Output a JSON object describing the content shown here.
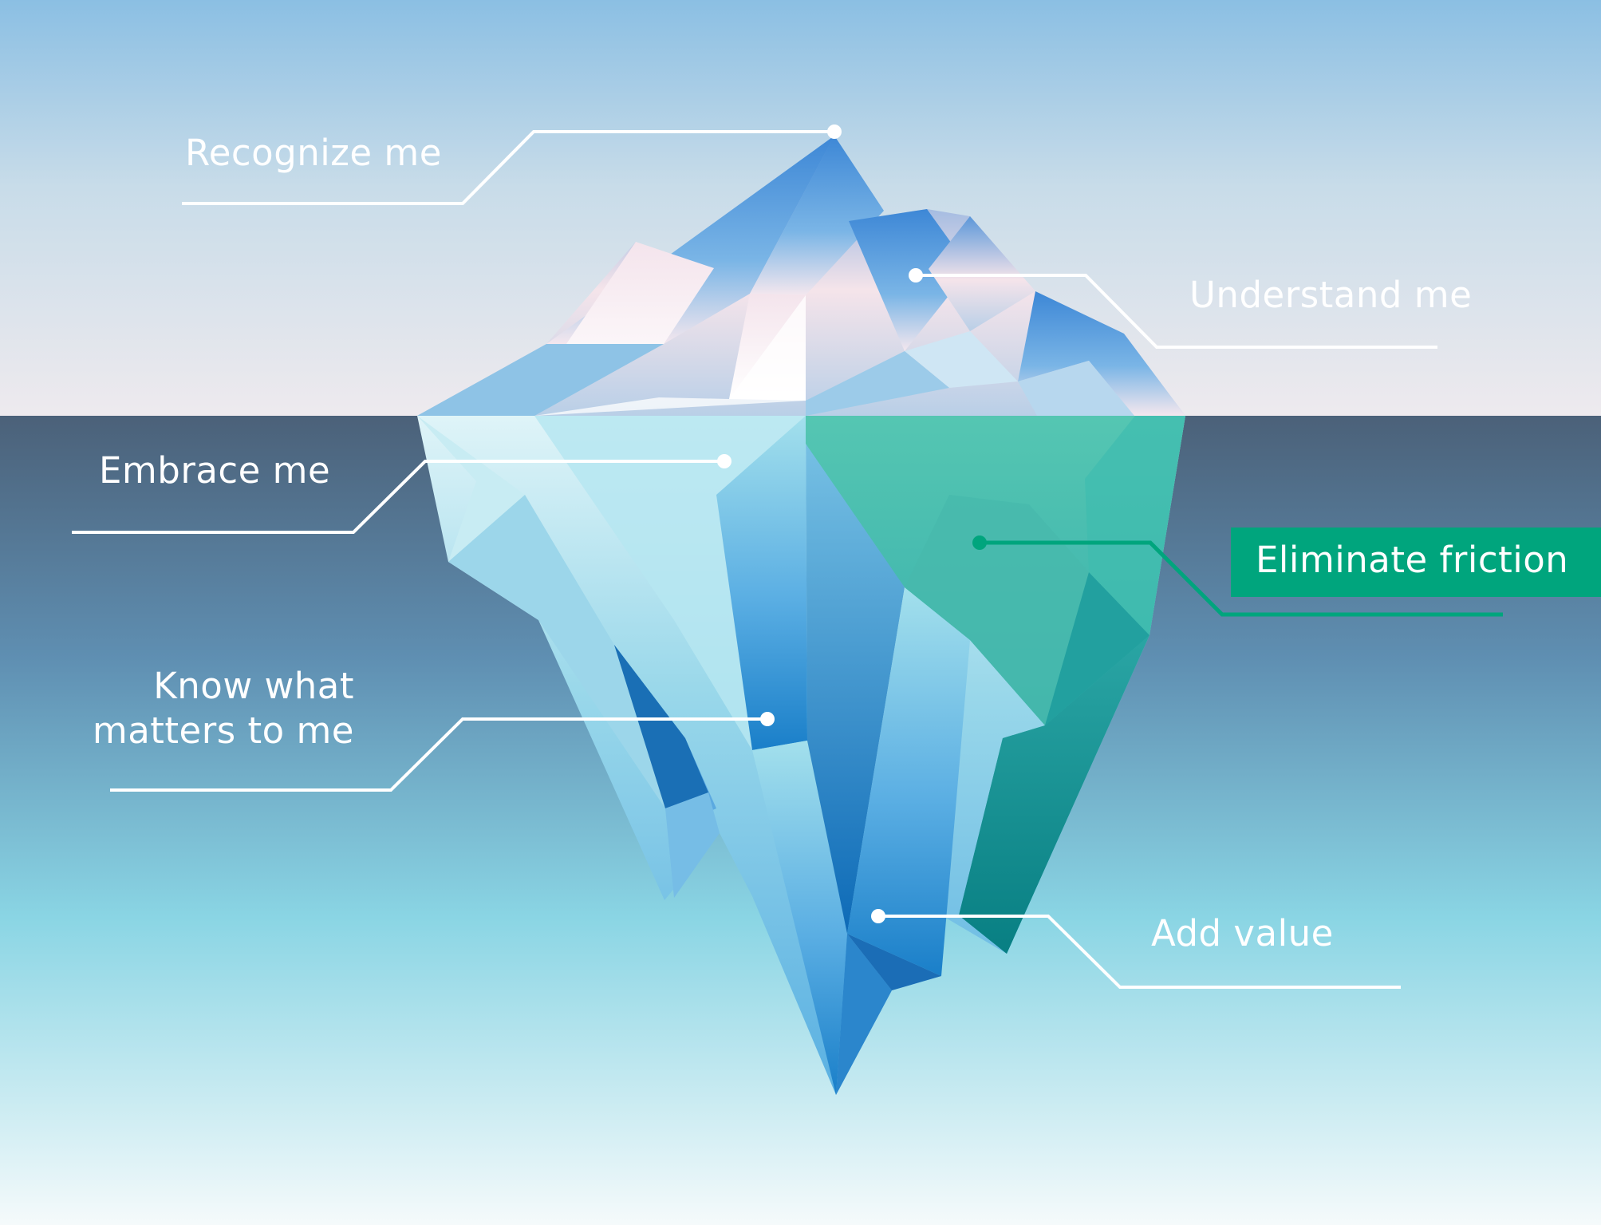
{
  "diagram": {
    "labels": {
      "recognize": "Recognize me",
      "understand": "Understand me",
      "embrace": "Embrace me",
      "know_line1": "Know what",
      "know_line2": "matters to me",
      "eliminate": "Eliminate friction",
      "add_value": "Add value"
    },
    "highlighted_label": "Eliminate friction"
  },
  "colors": {
    "sky_top": "#8bbfe3",
    "sky_bottom": "#eeeaee",
    "water_top": "#4b6179",
    "water_bottom": "#f5fafb",
    "accent_green": "#00a57d",
    "line_white": "#ffffff"
  }
}
